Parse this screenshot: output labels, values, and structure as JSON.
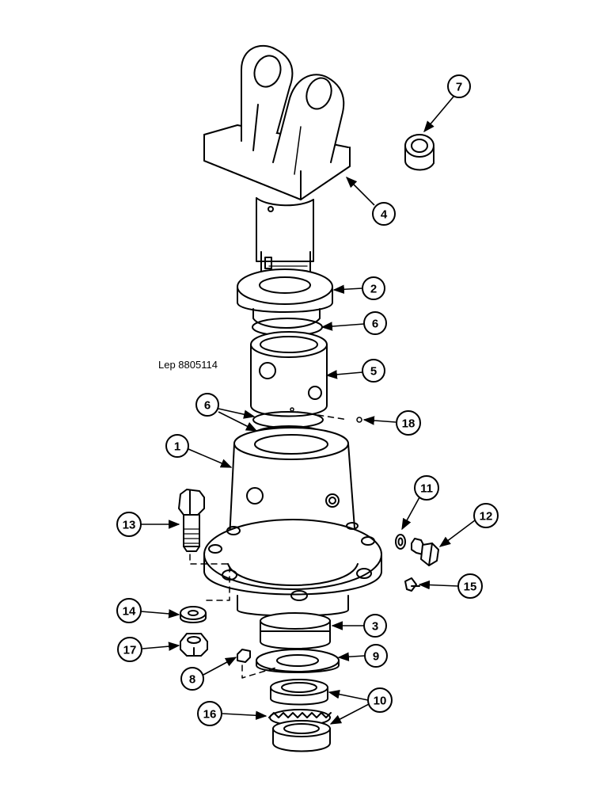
{
  "reference": "Lep 8805114",
  "callouts": [
    "1",
    "2",
    "3",
    "4",
    "5",
    "6",
    "6",
    "7",
    "8",
    "9",
    "10",
    "11",
    "12",
    "13",
    "14",
    "15",
    "16",
    "17",
    "18"
  ]
}
